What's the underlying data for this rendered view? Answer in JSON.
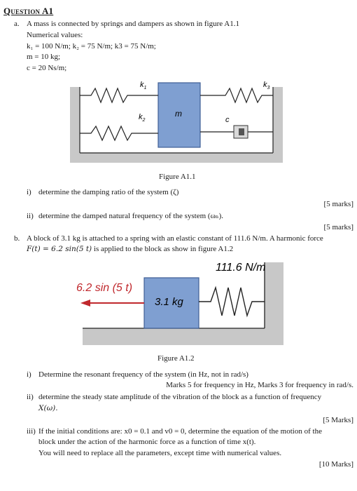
{
  "question": {
    "title": "Question A1",
    "a": {
      "marker": "a.",
      "intro": "A mass is connected by springs and dampers as shown in figure A1.1",
      "values_heading": "Numerical values:",
      "line_k": "k₁ = 100 N/m; k₂ = 75 N/m; k3 = 75 N/m;",
      "line_m": "m = 10 kg;",
      "line_c": "c = 20 Ns/m;",
      "figure": {
        "k1": "k",
        "k1_sub": "1",
        "k2": "k",
        "k2_sub": "2",
        "k3": "k",
        "k3_sub": "3",
        "m": "m",
        "c": "c"
      },
      "caption": "Figure A1.1",
      "parts": [
        {
          "marker": "i)",
          "text": "determine the damping ratio of the system (ζ)",
          "marks": "[5 marks]"
        },
        {
          "marker": "ii)",
          "text": "determine the damped natural frequency of the system (ωₙ).",
          "marks": "[5 marks]"
        }
      ]
    },
    "b": {
      "marker": "b.",
      "line1": "A block of 3.1 kg is attached to a spring with an elastic constant of 111.6 N/m. A harmonic force",
      "line2_math": "F(t) = 6.2 sin(5 t)",
      "line2_text": " is applied to the block as show in figure A1.2",
      "figure": {
        "spring_label": "111.6 N/m",
        "force_label": "6.2 sin (5 t)",
        "mass_label": "3.1 kg"
      },
      "caption": "Figure A1.2",
      "parts": [
        {
          "marker": "i)",
          "text": "Determine the resonant frequency of the system (in Hz, not in rad/s)",
          "note": "Marks 5 for frequency in Hz, Marks 3 for frequency in rad/s."
        },
        {
          "marker": "ii)",
          "text": "determine the steady state amplitude of the vibration of the block as a function of frequency",
          "text2": "X(ω).",
          "marks": "[5 Marks]"
        },
        {
          "marker": "iii)",
          "text": "If the initial conditions are: x0 = 0.1 and v0 = 0, determine the equation of the motion of the",
          "text2": "block under the action of the harmonic force as a function of time x(t).",
          "text3": "You will need to replace all the parameters, except time with numerical values.",
          "marks": "[10 Marks]"
        }
      ]
    }
  }
}
